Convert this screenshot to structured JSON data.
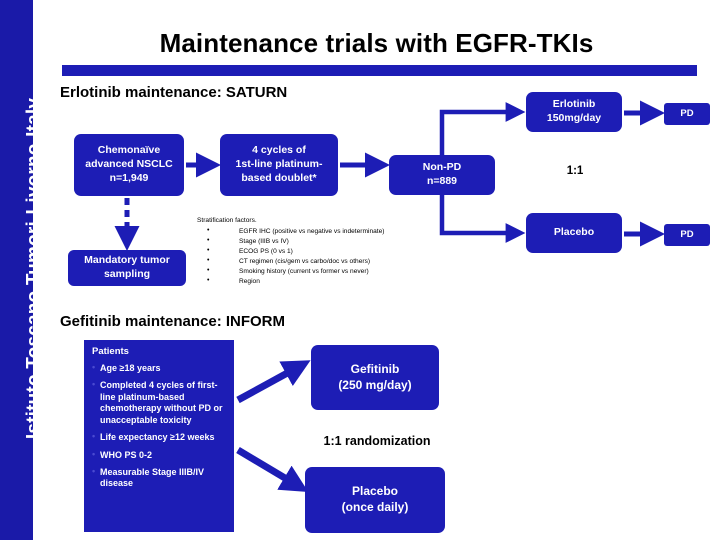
{
  "sidebar": {
    "label": "Istituto Toscano Tumori-Livorno-Italy"
  },
  "header": {
    "title": "Maintenance trials with EGFR-TKIs",
    "accent_color": "#1d1db5"
  },
  "saturn": {
    "heading": "Erlotinib maintenance:  SATURN",
    "boxes": {
      "chemonaive": "Chemonaïve\nadvanced NSCLC\nn=1,949",
      "cycles": "4 cycles of\n1st-line platinum-\nbased doublet*",
      "mandatory_sampling": "Mandatory tumor\nsampling",
      "non_pd": "Non-PD\nn=889",
      "erlotinib": "Erlotinib\n150mg/day",
      "placebo": "Placebo",
      "pd_top": "PD",
      "pd_bottom": "PD"
    },
    "randomization_ratio": "1:1",
    "stratification": {
      "title": "Stratification factors.",
      "items": [
        "EGFR IHC (positive vs negative vs indeterminate)",
        "Stage (IIIB vs IV)",
        "ECOG PS (0 vs 1)",
        "CT regimen (cis/gem vs carbo/doc vs others)",
        "Smoking history (current vs former vs never)",
        "Region"
      ]
    }
  },
  "inform": {
    "heading": "Gefitinib maintenance: INFORM",
    "patients": {
      "title": "Patients",
      "criteria": [
        "Age ≥18 years",
        "Completed 4 cycles of first-line platinum-based chemotherapy without PD or unacceptable toxicity",
        "Life expectancy ≥12 weeks",
        "WHO PS 0-2",
        "Measurable Stage IIIB/IV disease"
      ]
    },
    "arms": {
      "gefitinib": "Gefitinib\n(250 mg/day)",
      "placebo": "Placebo\n(once daily)"
    },
    "randomization_label": "1:1 randomization"
  }
}
